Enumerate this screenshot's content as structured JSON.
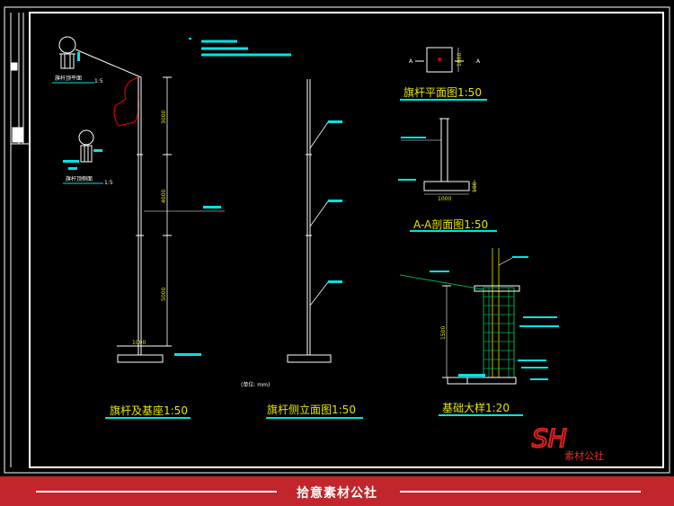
{
  "drawing": {
    "titles": {
      "pole_base": "旗杆及基座1:50",
      "pole_side": "旗杆侧立面图1:50",
      "pole_plan": "旗杆平面图1:50",
      "section_aa": "A-A剖面图1:50",
      "foundation": "基础大样1:20"
    },
    "small_labels": {
      "top_plan": "旗杆顶平面",
      "top_plan_scale": "1:5",
      "top_side": "旗杆顶侧面",
      "top_side_scale": "1:5",
      "unit": "(单位: mm)",
      "section_mark_left": "A",
      "section_mark_right": "A"
    },
    "dimensions": {
      "seg_top": "3000",
      "seg_mid": "4000",
      "seg_bottom": "5000",
      "base_width": "1000",
      "plan_size": "1000",
      "section_width": "1000",
      "section_height": "100",
      "foundation_depth": "1500"
    },
    "colors": {
      "lines": "#ffffff",
      "annotations": "#00e5e5",
      "titles": "#e6e600",
      "flag": "#cc0000",
      "rebar": "#00b050"
    }
  },
  "banner": {
    "text": "拾意素材公社",
    "color": "#c0262b"
  },
  "logo": {
    "mark": "SH",
    "subtitle": "素材公社"
  }
}
